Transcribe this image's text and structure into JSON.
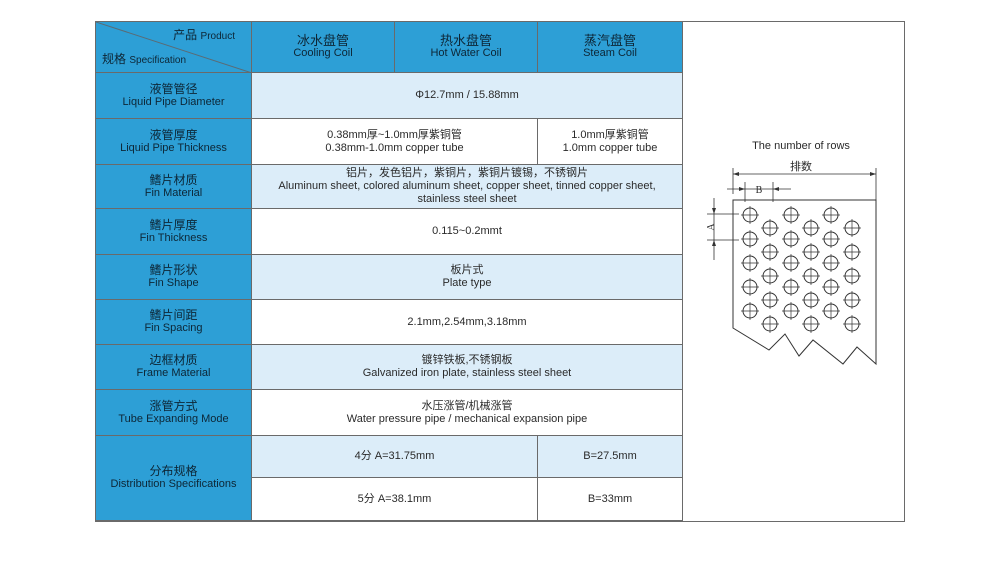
{
  "header": {
    "corner_product_zh": "产品",
    "corner_product_en": "Product",
    "corner_spec_zh": "规格",
    "corner_spec_en": "Specification",
    "columns": [
      {
        "zh": "冰水盘管",
        "en": "Cooling Coil"
      },
      {
        "zh": "热水盘管",
        "en": "Hot Water Coil"
      },
      {
        "zh": "蒸汽盘管",
        "en": "Steam Coil"
      }
    ]
  },
  "rows": {
    "diameter": {
      "zh": "液管管径",
      "en": "Liquid Pipe Diameter",
      "value": "Φ12.7mm / 15.88mm"
    },
    "thickness": {
      "zh": "液管厚度",
      "en": "Liquid Pipe Thickness",
      "value_a1": "0.38mm厚~1.0mm厚紫铜管",
      "value_a2": "0.38mm-1.0mm copper tube",
      "value_b1": "1.0mm厚紫铜管",
      "value_b2": "1.0mm copper tube"
    },
    "fin_material": {
      "zh": "鳍片材质",
      "en": "Fin Material",
      "value1": "铝片，发色铝片，紫铜片，紫铜片镀锡，不锈钢片",
      "value2": "Aluminum sheet, colored aluminum sheet, copper sheet, tinned copper sheet,",
      "value3": "stainless steel sheet"
    },
    "fin_thickness": {
      "zh": "鳍片厚度",
      "en": "Fin Thickness",
      "value": "0.115~0.2mmt"
    },
    "fin_shape": {
      "zh": "鳍片形状",
      "en": "Fin Shape",
      "value1": "板片式",
      "value2": "Plate type"
    },
    "fin_spacing": {
      "zh": "鳍片间距",
      "en": "Fin Spacing",
      "value": "2.1mm,2.54mm,3.18mm"
    },
    "frame": {
      "zh": "边框材质",
      "en": "Frame Material",
      "value1": "镀锌铁板,不锈钢板",
      "value2": "Galvanized iron plate, stainless steel sheet"
    },
    "expanding": {
      "zh": "涨管方式",
      "en": "Tube Expanding Mode",
      "value1": "水压涨管/机械涨管",
      "value2": "Water pressure pipe / mechanical expansion pipe"
    },
    "distribution": {
      "zh": "分布规格",
      "en": "Distribution Specifications",
      "r1_a": "4分  A=31.75mm",
      "r1_b": "B=27.5mm",
      "r2_a": "5分  A=38.1mm",
      "r2_b": "B=33mm"
    }
  },
  "diagram": {
    "title": "The number of rows",
    "subtitle": "排数",
    "label_b": "B",
    "label_a": "A"
  }
}
